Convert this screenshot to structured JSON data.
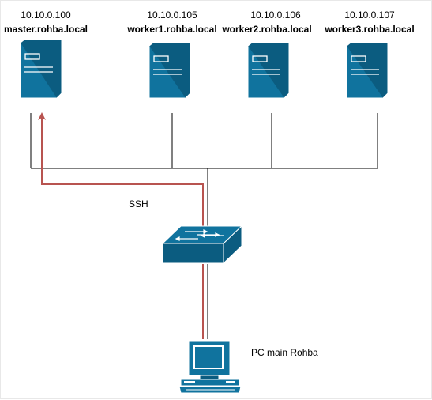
{
  "colors": {
    "device_fill": "#10739e",
    "device_dark": "#0b5c80",
    "device_stroke": "#ffffff",
    "wire": "#000000",
    "ssh_path": "#b85450"
  },
  "servers": [
    {
      "ip": "10.10.0.100",
      "hostname": "master.rohba.local",
      "icon": "server-icon"
    },
    {
      "ip": "10.10.0.105",
      "hostname": "worker1.rohba.local",
      "icon": "server-icon"
    },
    {
      "ip": "10.10.0.106",
      "hostname": "worker2.rohba.local",
      "icon": "server-icon"
    },
    {
      "ip": "10.10.0.107",
      "hostname": "worker3.rohba.local",
      "icon": "server-icon"
    }
  ],
  "switch": {
    "icon": "network-switch-icon"
  },
  "pc": {
    "label": "PC main Rohba",
    "icon": "desktop-pc-icon"
  },
  "ssh": {
    "label": "SSH"
  }
}
